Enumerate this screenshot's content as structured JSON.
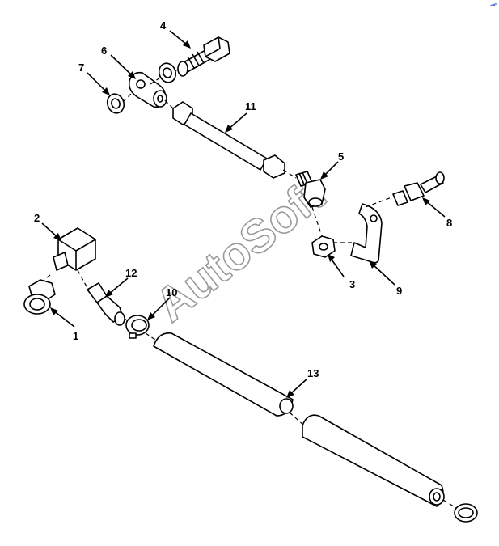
{
  "callouts": {
    "c1": "1",
    "c2": "2",
    "c3": "3",
    "c4": "4",
    "c5": "5",
    "c6": "6",
    "c7": "7",
    "c8": "8",
    "c9": "9",
    "c10": "10",
    "c11": "11",
    "c12": "12",
    "c13": "13"
  },
  "watermark": "AutoSoft",
  "colors": {
    "line": "#000000",
    "background": "#ffffff",
    "watermark_outline": "#9a9a9a"
  }
}
